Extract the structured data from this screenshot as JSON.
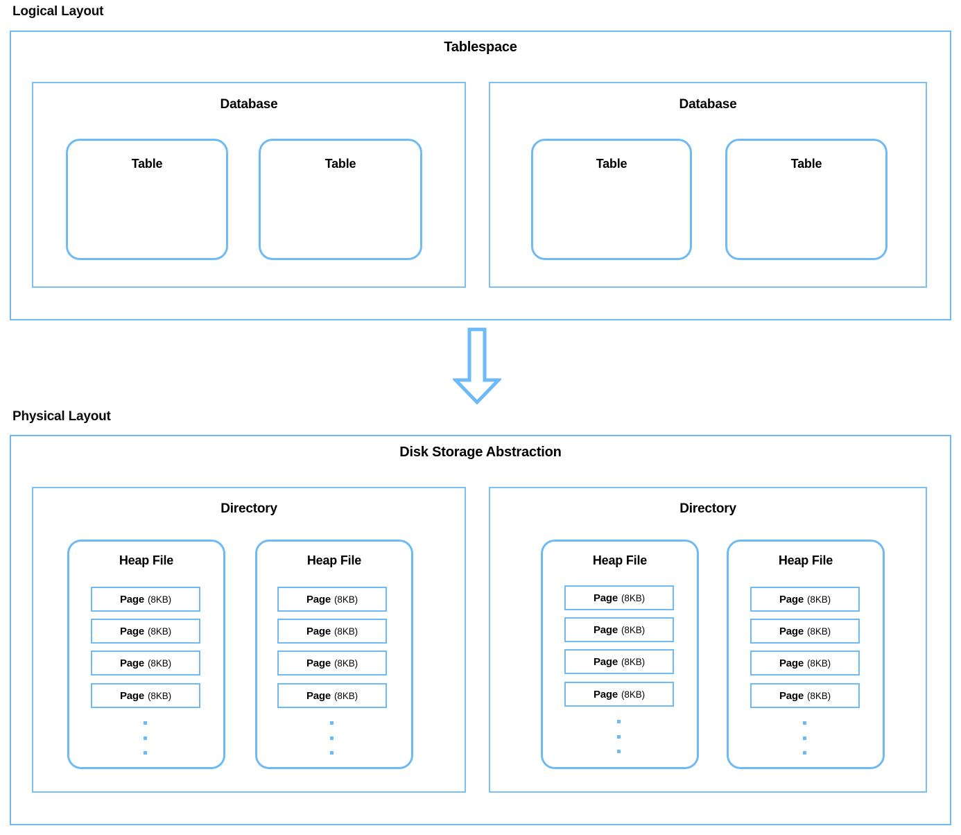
{
  "headings": {
    "logical": "Logical Layout",
    "physical": "Physical Layout"
  },
  "colors": {
    "accent": "#6DBAF6",
    "accent_light": "#79C0F7",
    "text": "#000000",
    "background": "#FFFFFF"
  },
  "logical": {
    "container_title": "Tablespace",
    "databases": [
      {
        "title": "Database",
        "tables": [
          {
            "title": "Table"
          },
          {
            "title": "Table"
          }
        ]
      },
      {
        "title": "Database",
        "tables": [
          {
            "title": "Table"
          },
          {
            "title": "Table"
          }
        ]
      }
    ]
  },
  "arrow": {
    "icon": "down-block-arrow-icon",
    "direction": "down"
  },
  "physical": {
    "container_title": "Disk Storage Abstraction",
    "directories": [
      {
        "title": "Directory",
        "heap_files": [
          {
            "title": "Heap File",
            "pages": [
              {
                "label": "Page",
                "size": "(8KB)"
              },
              {
                "label": "Page",
                "size": "(8KB)"
              },
              {
                "label": "Page",
                "size": "(8KB)"
              },
              {
                "label": "Page",
                "size": "(8KB)"
              }
            ],
            "continuation": "vertical-ellipsis"
          },
          {
            "title": "Heap File",
            "pages": [
              {
                "label": "Page",
                "size": "(8KB)"
              },
              {
                "label": "Page",
                "size": "(8KB)"
              },
              {
                "label": "Page",
                "size": "(8KB)"
              },
              {
                "label": "Page",
                "size": "(8KB)"
              }
            ],
            "continuation": "vertical-ellipsis"
          }
        ]
      },
      {
        "title": "Directory",
        "heap_files": [
          {
            "title": "Heap File",
            "pages": [
              {
                "label": "Page",
                "size": "(8KB)"
              },
              {
                "label": "Page",
                "size": "(8KB)"
              },
              {
                "label": "Page",
                "size": "(8KB)"
              },
              {
                "label": "Page",
                "size": "(8KB)"
              }
            ],
            "continuation": "vertical-ellipsis"
          },
          {
            "title": "Heap File",
            "pages": [
              {
                "label": "Page",
                "size": "(8KB)"
              },
              {
                "label": "Page",
                "size": "(8KB)"
              },
              {
                "label": "Page",
                "size": "(8KB)"
              },
              {
                "label": "Page",
                "size": "(8KB)"
              }
            ],
            "continuation": "vertical-ellipsis"
          }
        ]
      }
    ]
  }
}
